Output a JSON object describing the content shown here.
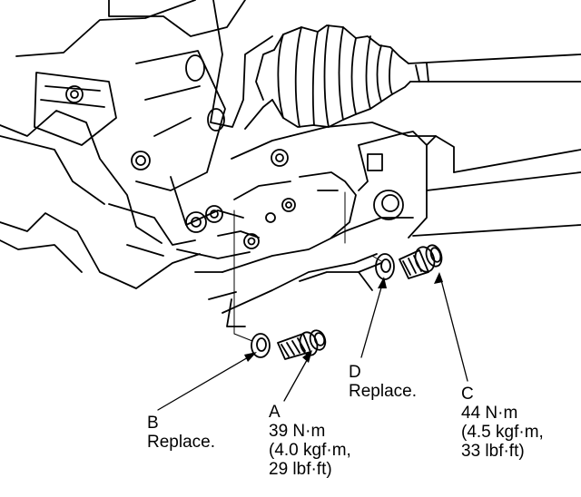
{
  "callouts": {
    "a": {
      "letter": "A",
      "torque_nm": "39 N·m",
      "torque_kgfm": "(4.0 kgf·m,",
      "torque_lbfft": "29 lbf·ft)"
    },
    "b": {
      "letter": "B",
      "note": "Replace."
    },
    "c": {
      "letter": "C",
      "torque_nm": "44 N·m",
      "torque_kgfm": "(4.5 kgf·m,",
      "torque_lbfft": "33 lbf·ft)"
    },
    "d": {
      "letter": "D",
      "note": "Replace."
    }
  },
  "colors": {
    "line": "#000000",
    "background": "#ffffff"
  },
  "parts": {
    "a": "flange-bolt",
    "b": "washer",
    "c": "flange-bolt",
    "d": "washer"
  }
}
